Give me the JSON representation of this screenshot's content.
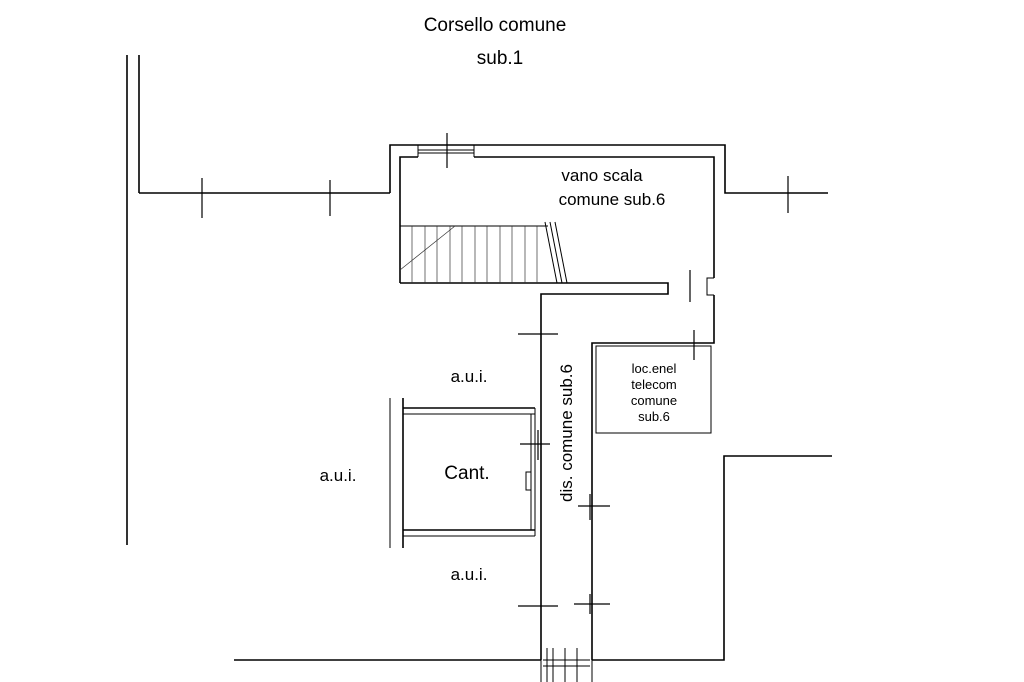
{
  "labels": {
    "corridor_line1": "Corsello comune",
    "corridor_line2": "sub.1",
    "stair_line1": "vano scala",
    "stair_line2": "comune sub.6",
    "passage": "dis. comune sub.6",
    "enel_line1": "loc.enel",
    "enel_line2": "telecom",
    "enel_line3": "comune",
    "enel_line4": "sub.6",
    "aui_top": "a.u.i.",
    "aui_left": "a.u.i.",
    "aui_bottom": "a.u.i.",
    "cantina": "Cant."
  }
}
